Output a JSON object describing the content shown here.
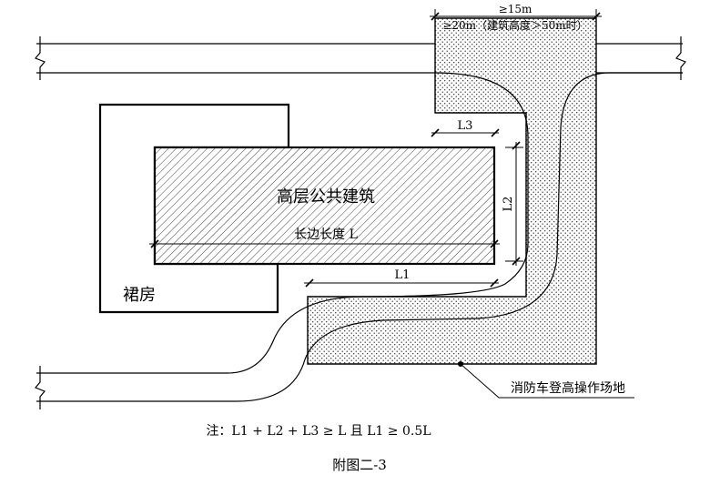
{
  "diagram": {
    "podium_label": "裙房",
    "tower_label": "高层公共建筑",
    "long_side_label": "长边长度 L",
    "dim_top_1": "≥15m",
    "dim_top_2": "≥20m（建筑高度＞50m时）",
    "dim_L1": "L1",
    "dim_L2": "L2",
    "dim_L3": "L3",
    "site_label": "消防车登高操作场地",
    "note": "注：L1 + L2 + L3 ≥ L 且 L1 ≥ 0.5L",
    "caption": "附图二-3"
  }
}
